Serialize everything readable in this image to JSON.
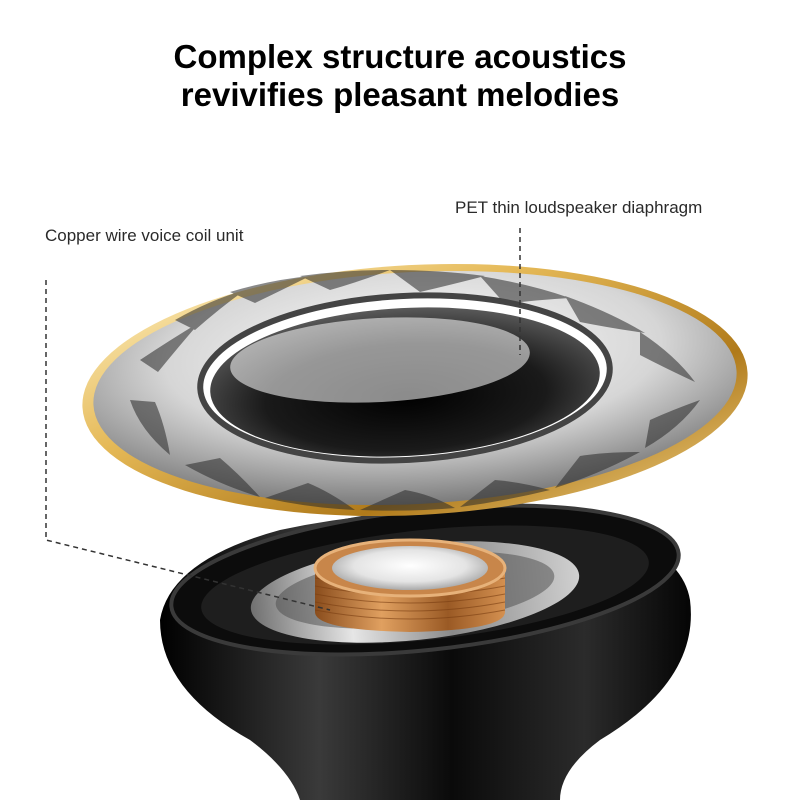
{
  "headline": {
    "line1": "Complex structure acoustics",
    "line2": "revivifies pleasant melodies"
  },
  "callouts": {
    "left": "Copper wire voice coil unit",
    "right": "PET thin loudspeaker diaphragm"
  },
  "colors": {
    "gold_ring": "#c8962a",
    "copper_coil": "#b8753a",
    "housing": "#111111"
  }
}
